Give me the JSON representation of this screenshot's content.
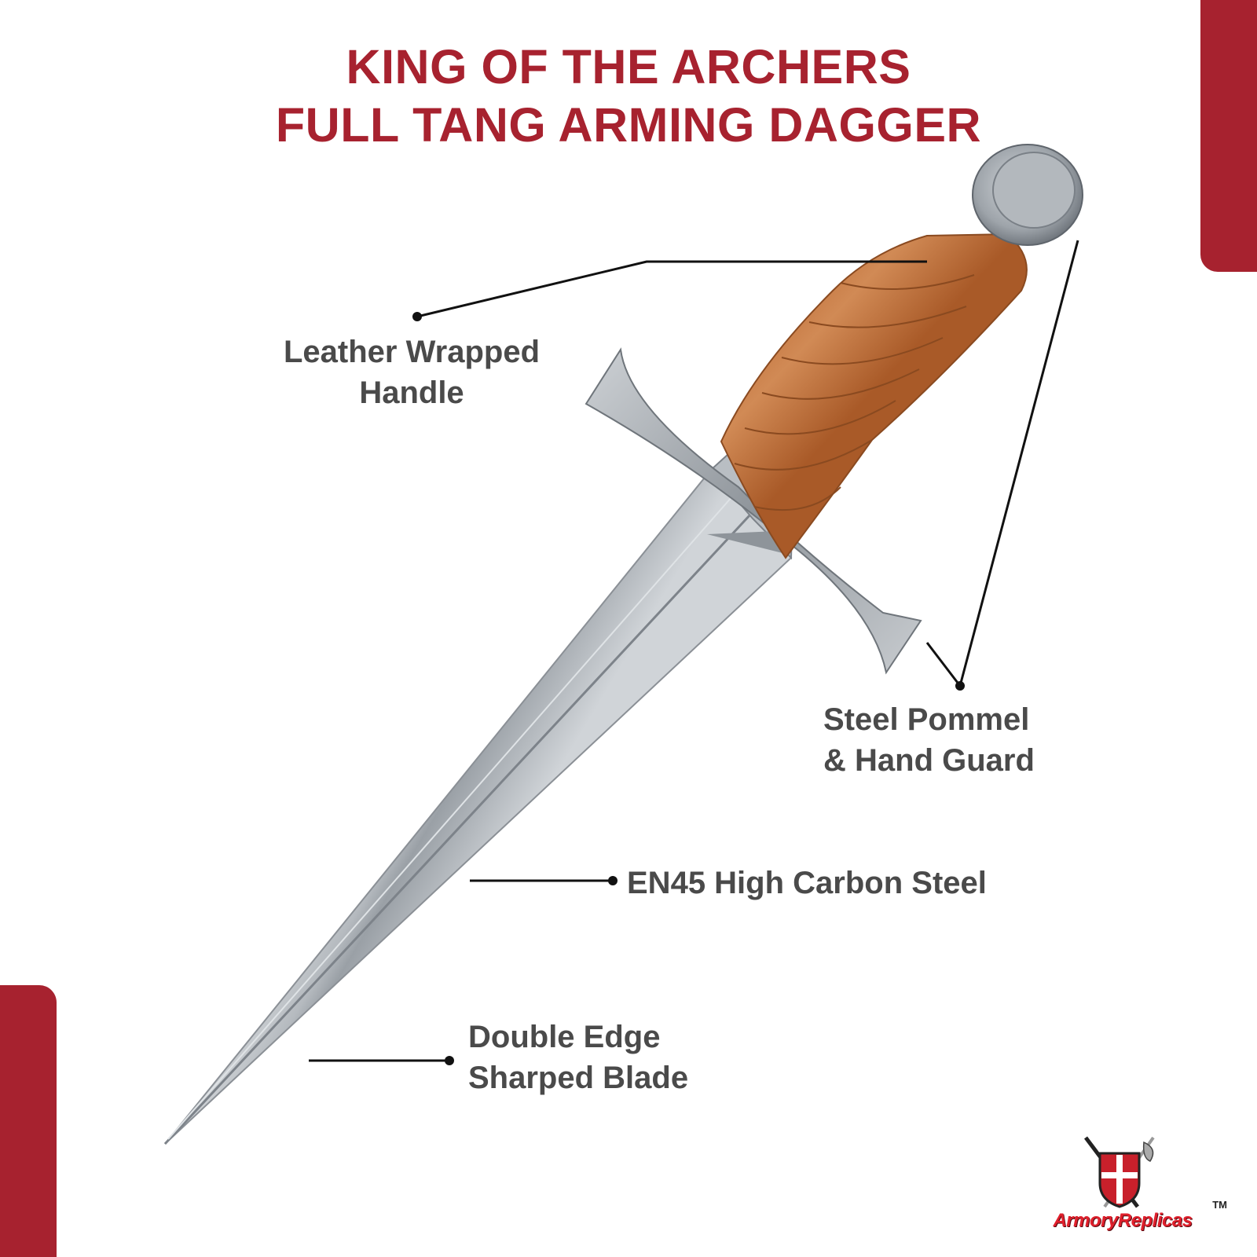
{
  "title": {
    "line1": "KING OF THE ARCHERS",
    "line2": "FULL TANG ARMING DAGGER"
  },
  "callouts": {
    "leather": {
      "line1": "Leather Wrapped",
      "line2": "Handle"
    },
    "steel": {
      "line1": "Steel Pommel",
      "line2": "& Hand Guard"
    },
    "carbon": {
      "line1": "EN45 High Carbon Steel"
    },
    "edge": {
      "line1": "Double Edge",
      "line2": "Sharped Blade"
    }
  },
  "brand": {
    "name": "ArmoryReplicas",
    "tm": "TM"
  },
  "colors": {
    "accent": "#a7222f",
    "text": "#4a4a4a",
    "leather": "#c0763f",
    "steel": "#b7bcc1"
  }
}
